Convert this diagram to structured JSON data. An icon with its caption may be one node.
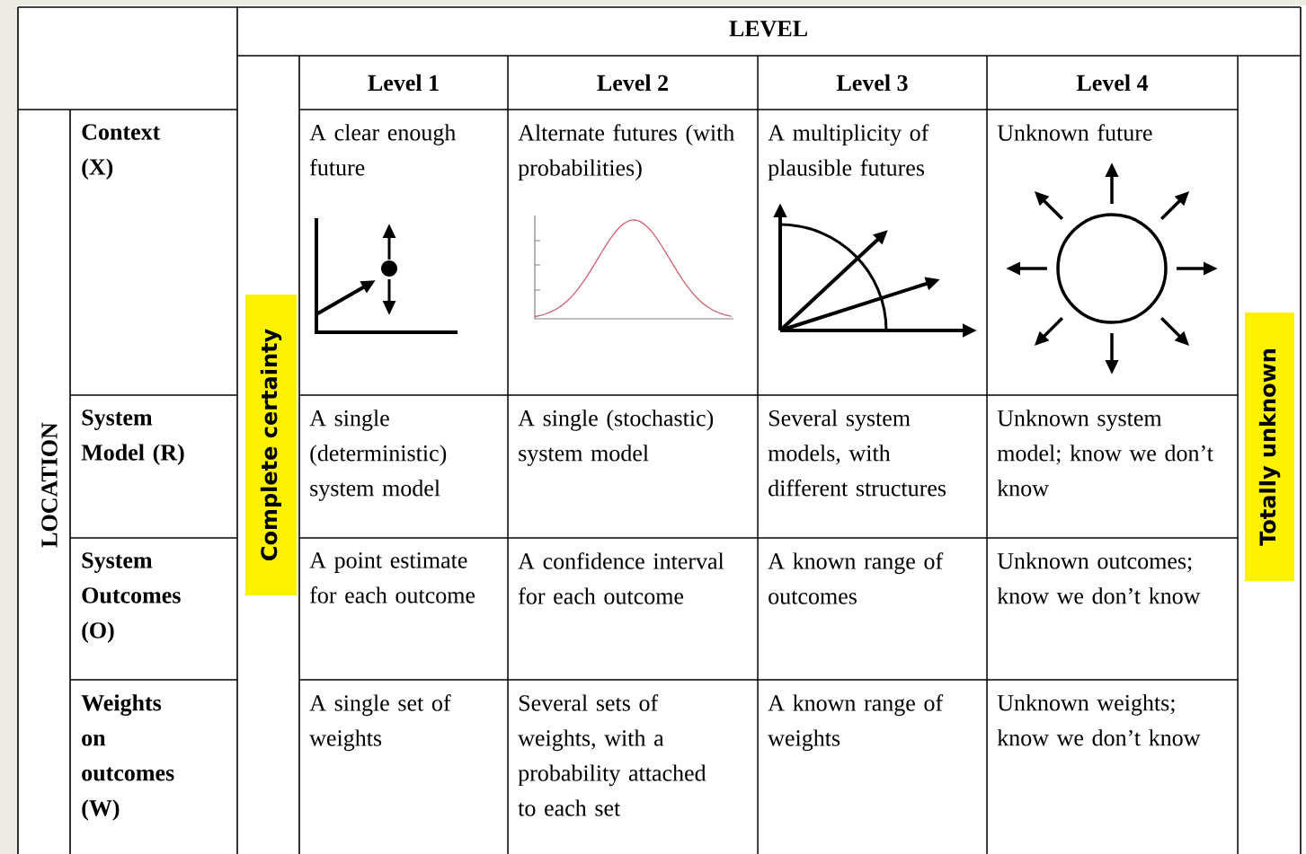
{
  "diagram": {
    "nodes": [
      {
        "text": [
          "Complete certainty"
        ]
      },
      {
        "text": [
          "Totally unknown"
        ]
      }
    ],
    "labels": [
      "LEVEL",
      "Level 1",
      "Level 2",
      "Level 3",
      "Level 4",
      "LOCATION",
      "Context (X)",
      "A clear enough future",
      "Alternate futures (with probabilities)",
      "A multiplicity of plausible futures",
      "Unknown future",
      "System Model (R)",
      "A single (deterministic) system model",
      "A single (stochastic) system model",
      "Several system models, with different structures",
      "Unknown system model; know we don’t know",
      "System Outcomes (O)",
      "A point estimate for each outcome",
      "A confidence interval for each outcome",
      "A known range of outcomes",
      "Unknown outcomes; know we don’t know",
      "Weights on outcomes (W)",
      "A single set of weights",
      "Several sets of weights, with a probability attached to each set",
      "A known range of weights",
      "Unknown weights; know we don’t know"
    ]
  }
}
